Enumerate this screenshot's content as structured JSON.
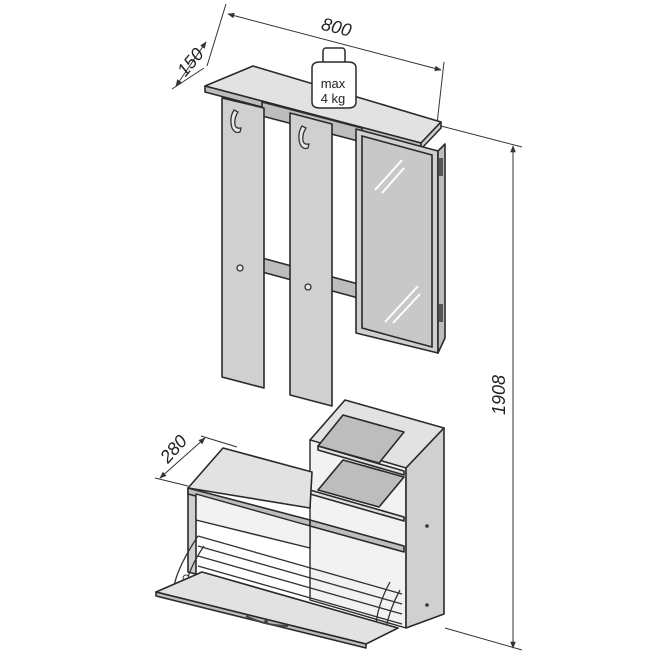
{
  "dimensions": {
    "width": "800",
    "depth_top": "150",
    "height": "1908",
    "depth_bottom": "280"
  },
  "weight_label": {
    "line1": "max",
    "line2": "4 kg"
  }
}
